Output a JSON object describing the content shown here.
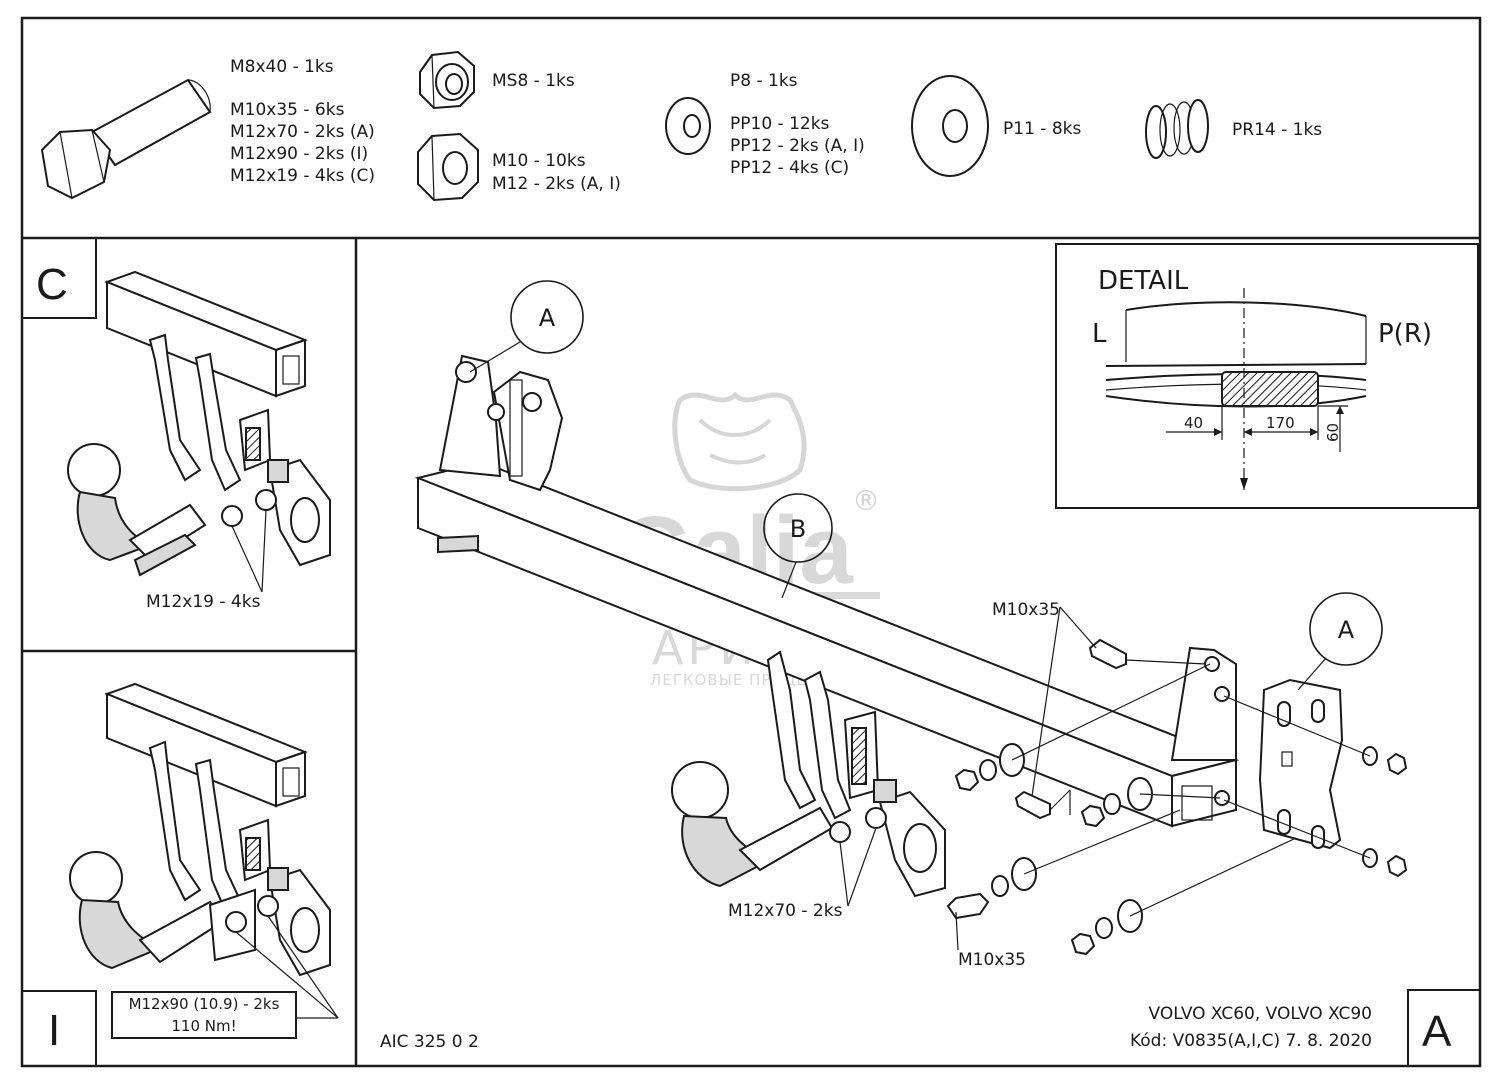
{
  "parts": {
    "bolt": [
      "M8x40 - 1ks",
      "M10x35 - 6ks",
      "M12x70 - 2ks (A)",
      "M12x90 - 2ks (I)",
      "M12x19 - 4ks (C)"
    ],
    "locknut": "MS8 - 1ks",
    "nut": [
      "M10 - 10ks",
      "M12 - 2ks (A, I)"
    ],
    "washer": [
      "P8 - 1ks",
      "PP10 - 12ks",
      "PP12 - 2ks (A, I)",
      "PP12 - 4ks (C)"
    ],
    "big_washer": "P11 - 8ks",
    "spring": "PR14 - 1ks"
  },
  "views": {
    "c": {
      "letter": "C",
      "callout": "M12x19 - 4ks"
    },
    "i": {
      "letter": "I",
      "note_line1": "M12x90 (10.9) - 2ks",
      "note_line2": "110 Nm!"
    },
    "a": {
      "letter": "A"
    }
  },
  "main": {
    "bubble_a": "A",
    "bubble_b": "B",
    "bubble_a_right": "A",
    "m10x35_top": "M10x35",
    "m10x35_bottom": "M10x35",
    "m12x70": "M12x70 - 2ks"
  },
  "detail": {
    "title": "DETAIL",
    "left": "L",
    "right": "P(R)",
    "dim_40": "40",
    "dim_170": "170",
    "dim_60": "60"
  },
  "watermark": {
    "brand": "Galia",
    "reg": "®",
    "sub": "АРИВА",
    "sub2": "ЛЕГКОВЫЕ ПРИЦЕПЫ"
  },
  "footer": {
    "code": "AIC 325 0 2",
    "vehicle": "VOLVO XC60, VOLVO XC90",
    "kod": "Kód: V0835(A,I,C)  7. 8. 2020"
  }
}
